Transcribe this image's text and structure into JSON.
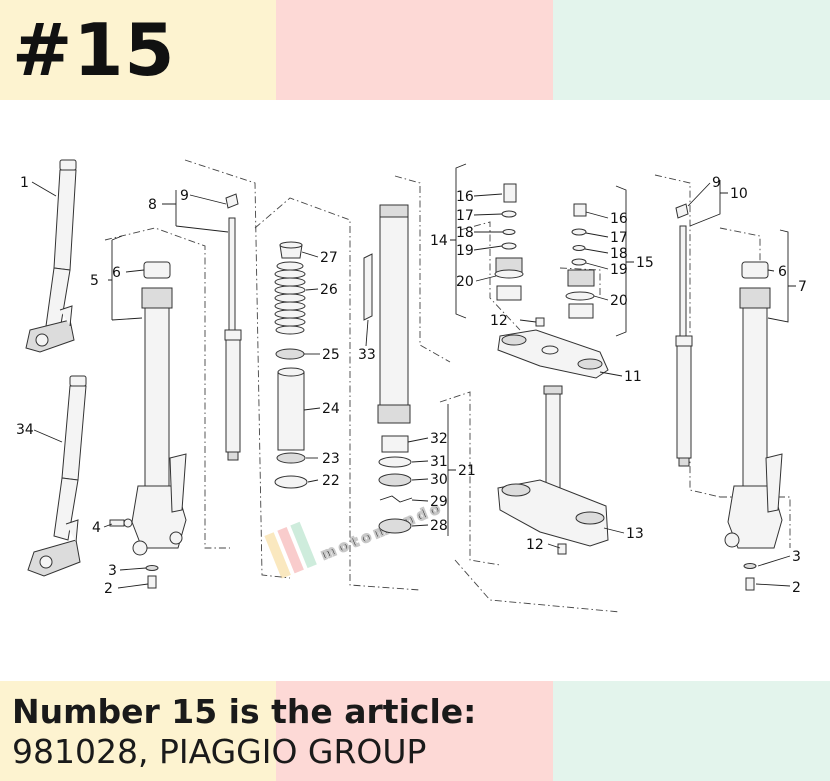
{
  "header": {
    "number": "#15",
    "colors": [
      "#fdf3d0",
      "#fdd9d6",
      "#e3f4ec"
    ]
  },
  "watermark": {
    "text": "motomundo"
  },
  "diagram": {
    "callouts": [
      "1",
      "2",
      "3",
      "4",
      "5",
      "6",
      "7",
      "8",
      "9",
      "10",
      "11",
      "12",
      "13",
      "14",
      "15",
      "16",
      "17",
      "18",
      "19",
      "20",
      "21",
      "22",
      "23",
      "24",
      "25",
      "26",
      "27",
      "28",
      "29",
      "30",
      "31",
      "32",
      "33",
      "34"
    ]
  },
  "footer": {
    "line1": "Number 15 is the article:",
    "line2": "981028, PIAGGIO GROUP"
  }
}
